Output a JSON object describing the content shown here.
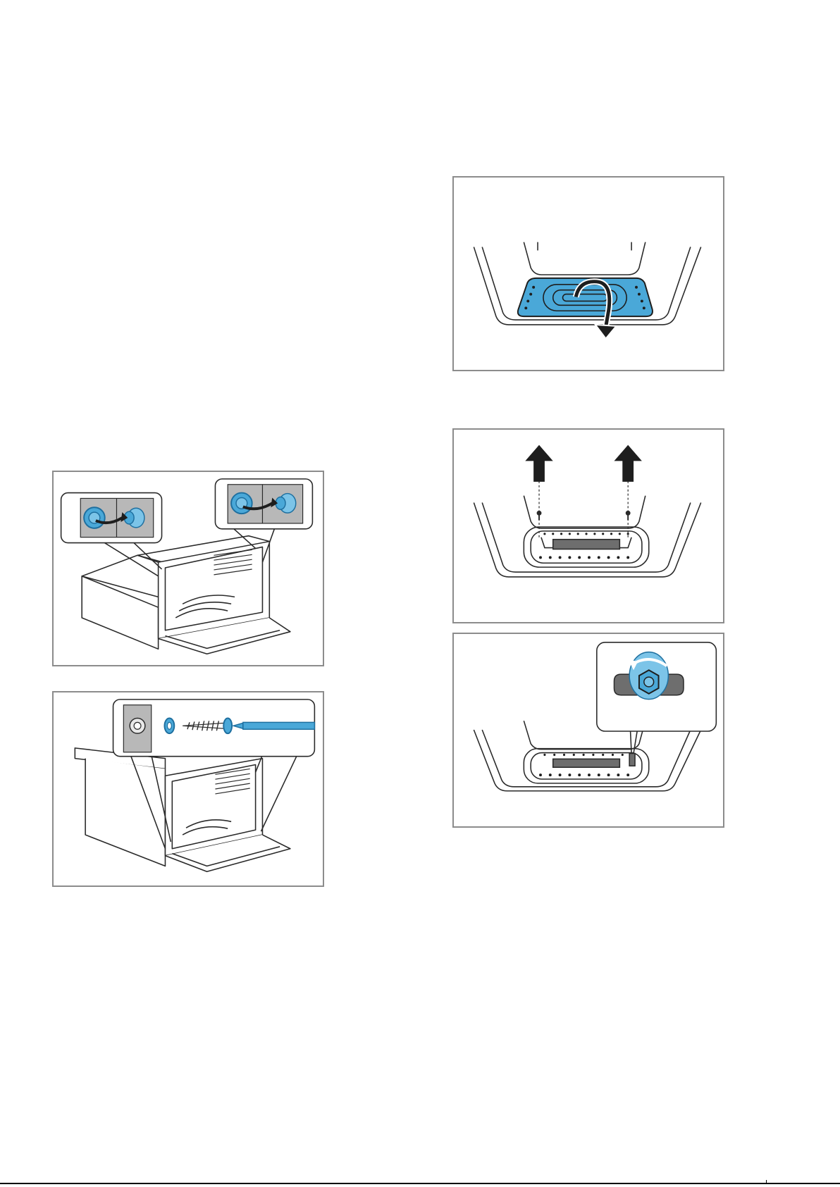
{
  "colors": {
    "accent_blue": "#4aa8d8",
    "accent_blue_dark": "#1e6f9f",
    "panel_border": "#8c8c8c",
    "detail_gray": "#b8b8b8",
    "line_dark": "#2a2a2a",
    "dark_metal": "#6e6e6e"
  },
  "illustrations": [
    {
      "id": "remove-cover-caps",
      "icons": [
        "oven-icon",
        "cover-cap-icon",
        "arrow-icon"
      ]
    },
    {
      "id": "screw-oven-to-cabinet",
      "icons": [
        "oven-icon",
        "screw-icon",
        "washer-icon",
        "screwdriver-icon"
      ]
    },
    {
      "id": "rotate-floor-plate",
      "icons": [
        "cavity-floor-icon",
        "rotate-arrow-icon"
      ]
    },
    {
      "id": "remove-heating-element-screws",
      "icons": [
        "cavity-floor-icon",
        "up-arrow-icon",
        "screw-icon"
      ]
    },
    {
      "id": "turn-adjustment-nut",
      "icons": [
        "cavity-floor-icon",
        "nut-icon",
        "rotate-arrow-icon"
      ]
    }
  ]
}
